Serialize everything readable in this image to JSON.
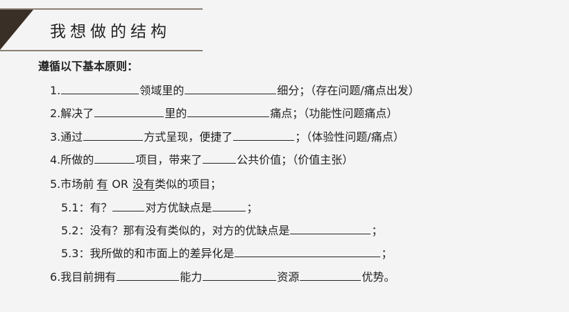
{
  "title": "我想做的结构",
  "intro": "遵循以下基本原则：",
  "lines": {
    "l1": {
      "a": "1.",
      "b": "领域里的",
      "c": "细分；（存在问题/痛点出发）"
    },
    "l2": {
      "a": "2.解决了",
      "b": "里的",
      "c": "痛点；（功能性问题痛点）"
    },
    "l3": {
      "a": "3.通过",
      "b": "方式呈现，便捷了",
      "c": "；（体验性问题/痛点）"
    },
    "l4": {
      "a": "4.所做的",
      "b": "项目，带来了",
      "c": "公共价值；（价值主张）"
    },
    "l5": {
      "a": "5.市场前",
      "b": "有",
      "c": "OR",
      "d": "没有",
      "e": "类似的项目；"
    },
    "l51": {
      "a": "5.1：有？",
      "b": "对方优缺点是",
      "c": "；"
    },
    "l52": {
      "a": "5.2：没有？那有没有类似的，对方的优缺点是",
      "b": "；"
    },
    "l53": {
      "a": "5.3：我所做的和市面上的差异化是",
      "b": "；"
    },
    "l6": {
      "a": "6.我目前拥有",
      "b": "能力",
      "c": "资源",
      "d": "优势。"
    }
  },
  "colors": {
    "accent_dark": "#3a2f26",
    "rule": "#8a7f74",
    "background": "#f4f4f4"
  }
}
